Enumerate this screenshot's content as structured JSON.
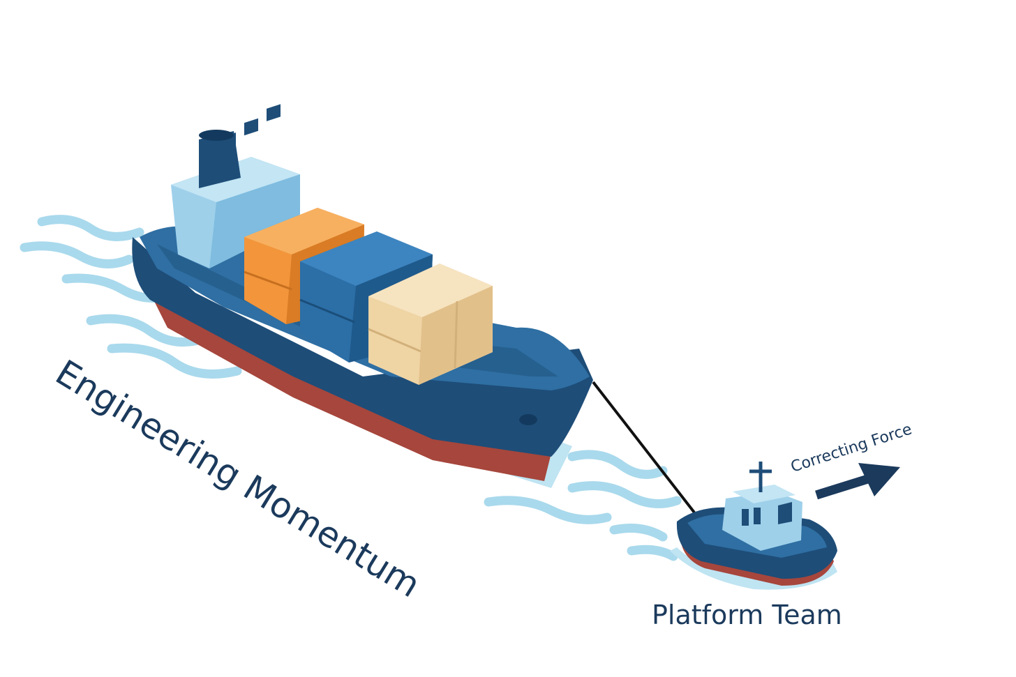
{
  "labels": {
    "momentum": "Engineering Momentum",
    "correcting_force": "Correcting Force",
    "platform_team": "Platform Team"
  },
  "icons": {
    "cargo_ship": "cargo-ship-icon",
    "tugboat": "tugboat-icon",
    "arrow": "arrow-right-icon"
  },
  "colors": {
    "text": "#1b3a5c",
    "hull_dark": "#1e4d78",
    "hull_bottom": "#a6463c",
    "deck": "#2f6fa3",
    "cabin": "#9ed0ea",
    "water": "#a9d9ec",
    "container_orange": "#f2953b",
    "container_blue": "#2c6ea6",
    "container_beige": "#efd4a4",
    "rope": "#111111"
  }
}
